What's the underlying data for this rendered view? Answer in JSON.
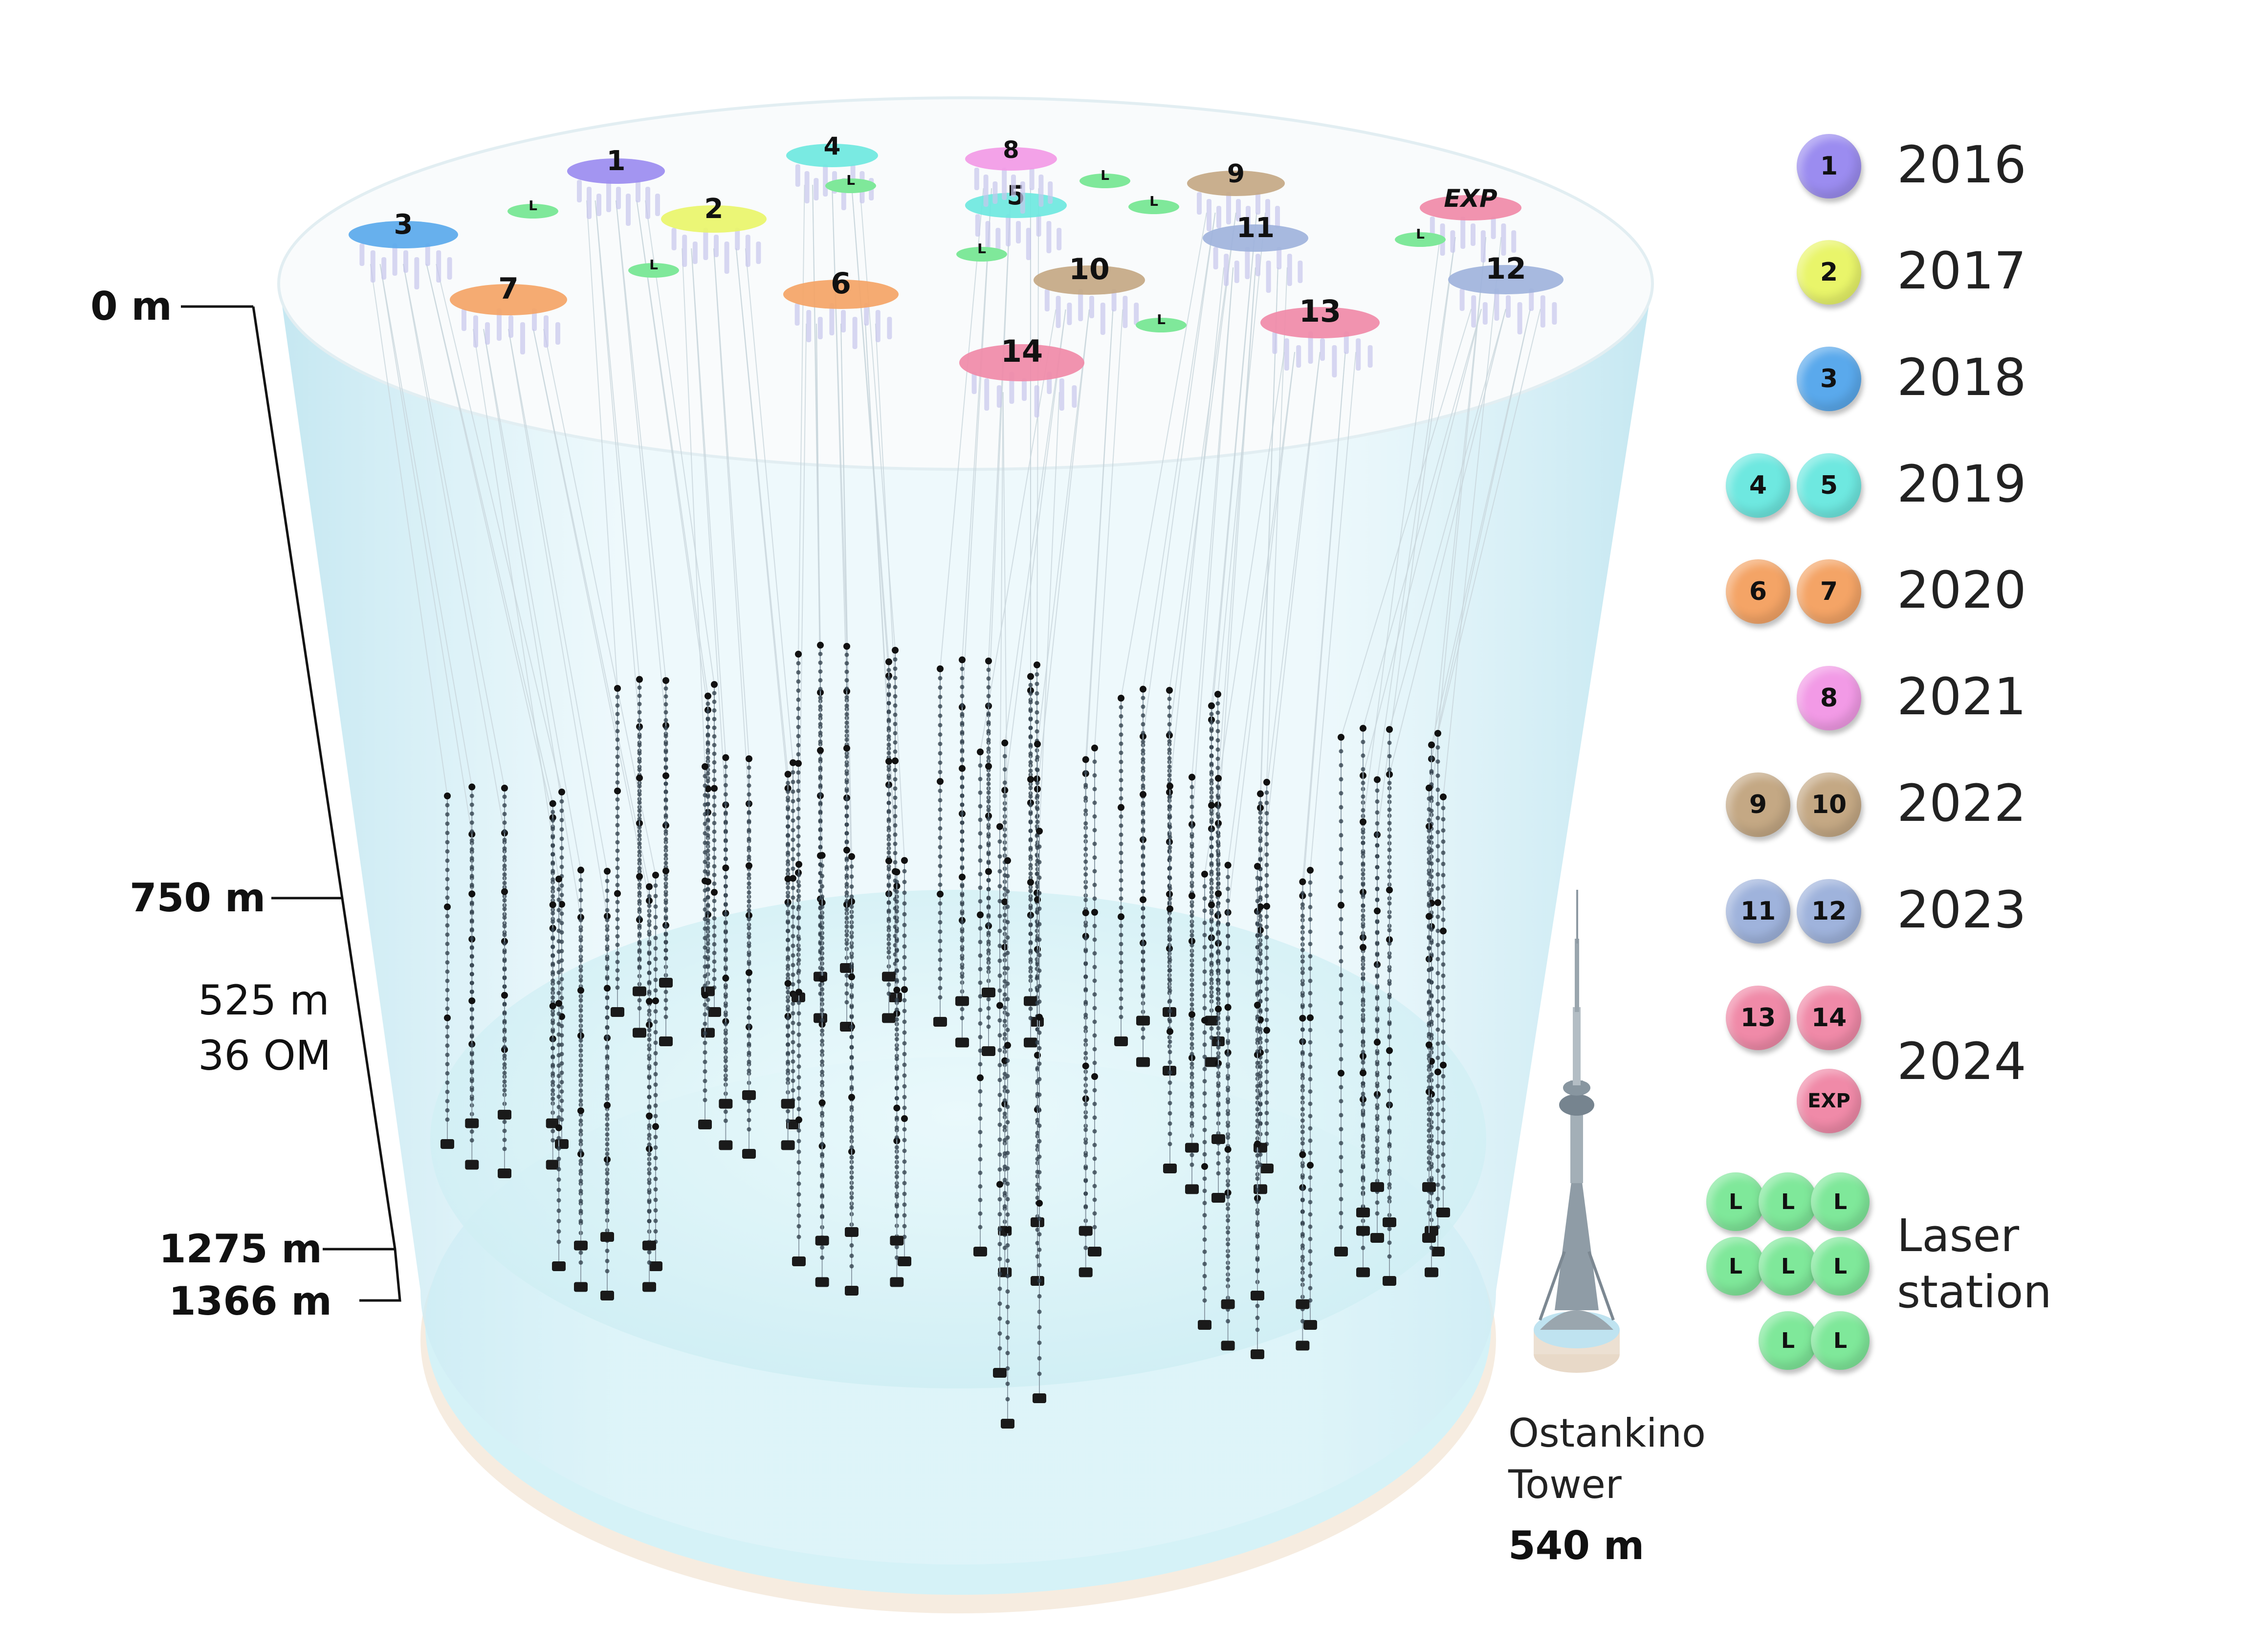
{
  "depth_scale": {
    "top": "0 m",
    "section_start": "750 m",
    "section_length": "525 m",
    "section_om": "36 OM",
    "section_end": "1275 m",
    "bottom": "1366 m"
  },
  "tower": {
    "name_line1": "Ostankino",
    "name_line2": "Tower",
    "height": "540 m"
  },
  "clusters": [
    {
      "id": "1",
      "color": "#9b8cf0"
    },
    {
      "id": "2",
      "color": "#e9f56a"
    },
    {
      "id": "3",
      "color": "#5aa9ec"
    },
    {
      "id": "4",
      "color": "#6ee8e0"
    },
    {
      "id": "5",
      "color": "#6ee8e0"
    },
    {
      "id": "6",
      "color": "#f4a466"
    },
    {
      "id": "7",
      "color": "#f4a466"
    },
    {
      "id": "8",
      "color": "#f29ae6"
    },
    {
      "id": "9",
      "color": "#c4a884"
    },
    {
      "id": "10",
      "color": "#c4a884"
    },
    {
      "id": "11",
      "color": "#9fb3dc"
    },
    {
      "id": "12",
      "color": "#9fb3dc"
    },
    {
      "id": "13",
      "color": "#f08aa8"
    },
    {
      "id": "14",
      "color": "#f08aa8"
    },
    {
      "id": "EXP",
      "color": "#f08aa8"
    }
  ],
  "laser_station_label": "L",
  "legend": {
    "rows": [
      {
        "badges": [
          "1"
        ],
        "year": "2016"
      },
      {
        "badges": [
          "2"
        ],
        "year": "2017"
      },
      {
        "badges": [
          "3"
        ],
        "year": "2018"
      },
      {
        "badges": [
          "4",
          "5"
        ],
        "year": "2019"
      },
      {
        "badges": [
          "6",
          "7"
        ],
        "year": "2020"
      },
      {
        "badges": [
          "8"
        ],
        "year": "2021"
      },
      {
        "badges": [
          "9",
          "10"
        ],
        "year": "2022"
      },
      {
        "badges": [
          "11",
          "12"
        ],
        "year": "2023"
      },
      {
        "badges": [
          "13",
          "14",
          "EXP"
        ],
        "year": "2024"
      }
    ],
    "laser": {
      "badge": "L",
      "count": 8,
      "line1": "Laser",
      "line2": "station",
      "color": "#7fe89a"
    }
  },
  "colors": {
    "water": "#d9f3fa",
    "water_edge": "#bfe6f2",
    "surface": "#f8fafb",
    "string_om": "#2b3a45"
  }
}
